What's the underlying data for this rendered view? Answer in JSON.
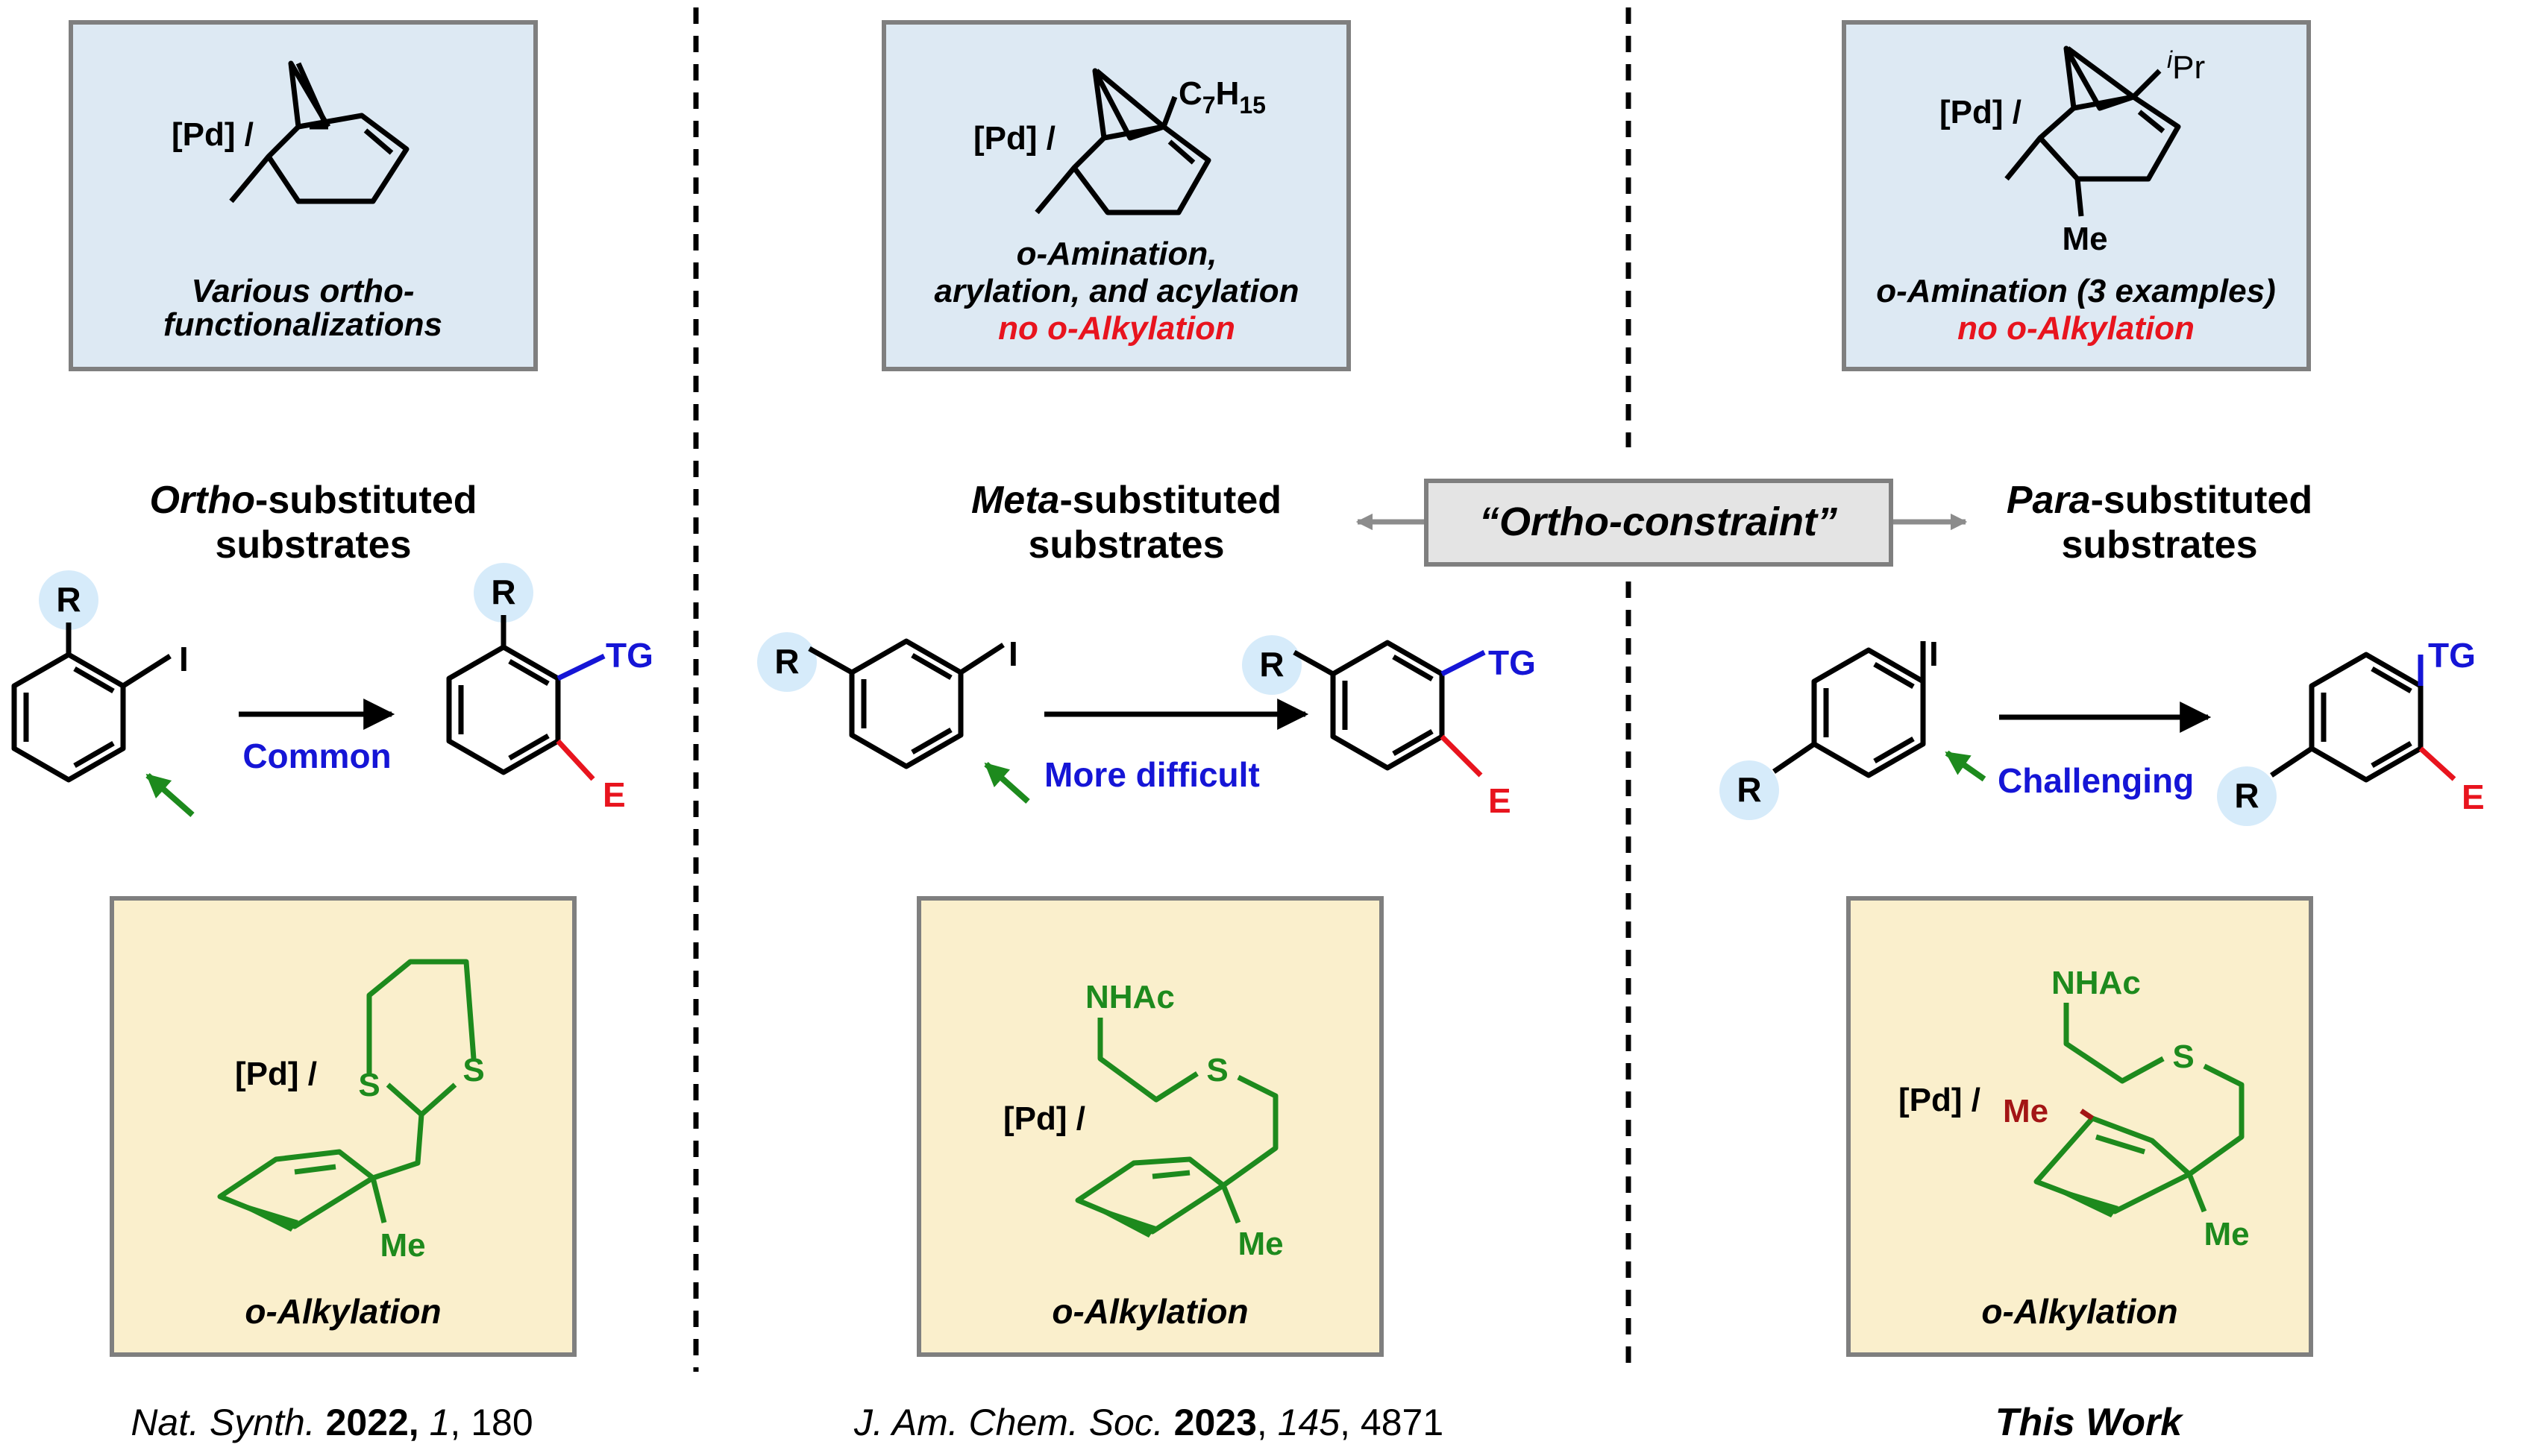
{
  "colors": {
    "blue_box": "#dde9f3",
    "yellow_box": "#faefcc",
    "box_border": "#7f7f7f",
    "gray_box": "#e4e4e4",
    "green": "#1d8a1d",
    "red": "#e8141e",
    "blue": "#1515d6",
    "dark_red": "#a31515",
    "highlight": "#d6ebfa",
    "arrow_gray": "#8c8c8c"
  },
  "top_boxes": {
    "left": {
      "reagent": "[Pd] /",
      "caption_1": "Various ortho-",
      "caption_2": "functionalizations"
    },
    "middle": {
      "reagent": "[Pd] /",
      "substituent": "C",
      "sub_7": "7",
      "sub_h": "H",
      "sub_15": "15",
      "caption_1": "o-Amination,",
      "caption_2": "arylation, and acylation",
      "caption_red": "no o-Alkylation"
    },
    "right": {
      "reagent": "[Pd] /",
      "substituent_i": "i",
      "substituent": "Pr",
      "bottom_group": "Me",
      "caption_1": "o-Amination (3 examples)",
      "caption_red": "no o-Alkylation"
    }
  },
  "columns": {
    "ortho": {
      "emph": "Ortho",
      "rest": "-substituted",
      "line2": "substrates"
    },
    "meta": {
      "emph": "Meta",
      "rest": "-substituted",
      "line2": "substrates"
    },
    "para": {
      "emph": "Para",
      "rest": "-substituted",
      "line2": "substrates"
    }
  },
  "constraint_label": "“Ortho-constraint”",
  "reactions": {
    "ortho": {
      "r": "R",
      "i": "I",
      "tg": "TG",
      "e": "E",
      "condition": "Common"
    },
    "meta": {
      "r": "R",
      "i": "I",
      "tg": "TG",
      "e": "E",
      "condition": "More difficult"
    },
    "para": {
      "r": "R",
      "i": "I",
      "tg": "TG",
      "e": "E",
      "condition": "Challenging"
    }
  },
  "bottom_boxes": {
    "left": {
      "reagent": "[Pd] /",
      "s1": "S",
      "s2": "S",
      "me": "Me",
      "caption": "o-Alkylation"
    },
    "middle": {
      "reagent": "[Pd] /",
      "nhac": "NHAc",
      "s": "S",
      "me": "Me",
      "caption": "o-Alkylation"
    },
    "right": {
      "reagent": "[Pd] /",
      "nhac": "NHAc",
      "s": "S",
      "me_top": "Me",
      "me": "Me",
      "caption": "o-Alkylation"
    }
  },
  "references": {
    "left": {
      "journal": "Nat. Synth.",
      "year": "2022,",
      "volume": "1",
      "pages": "180"
    },
    "middle": {
      "journal": "J. Am. Chem. Soc.",
      "year": "2023",
      "volume": "145",
      "pages": "4871"
    },
    "right": {
      "text": "This Work"
    }
  }
}
